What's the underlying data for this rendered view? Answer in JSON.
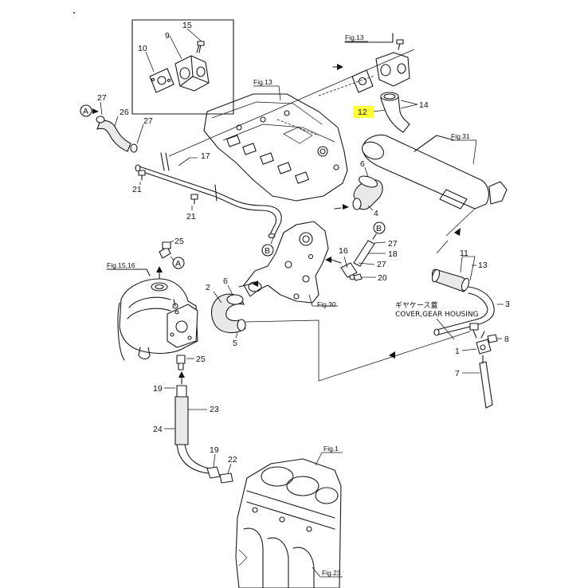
{
  "fig_refs": {
    "fig13_top": "Fig.13",
    "fig13_mid": "Fig.13",
    "fig31": "Fig.31",
    "fig15_16": "Fig.15,16",
    "fig30": "Fig.30",
    "fig1": "Fig.1",
    "fig23": "Fig.23"
  },
  "note": {
    "japanese": "ギヤケース蓋",
    "english": "COVER,GEAR HOUSING"
  },
  "connectors": {
    "a": "A",
    "b": "B"
  },
  "parts": {
    "p1": "1",
    "p2": "2",
    "p3": "3",
    "p4": "4",
    "p5": "5",
    "p6a": "6",
    "p6b": "6",
    "p7": "7",
    "p8": "8",
    "p9": "9",
    "p10": "10",
    "p11": "11",
    "p12": "12",
    "p13": "13",
    "p14": "14",
    "p15": "15",
    "p16": "16",
    "p17": "17",
    "p18": "18",
    "p19a": "19",
    "p19b": "19",
    "p20": "20",
    "p21a": "21",
    "p21b": "21",
    "p22": "22",
    "p23": "23",
    "p24": "24",
    "p25a": "25",
    "p25b": "25",
    "p26": "26",
    "p27a": "27",
    "p27b": "27",
    "p27c": "27",
    "p27d": "27"
  },
  "highlight_color": "#ffff3a"
}
